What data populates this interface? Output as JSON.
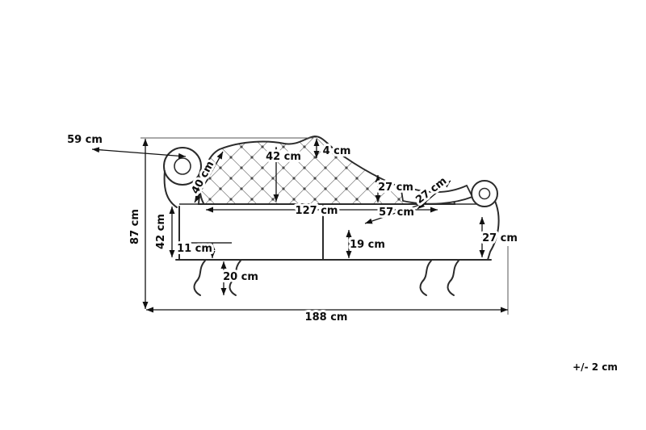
{
  "figure": {
    "tolerance_note": "+/- 2 cm",
    "dimensions": {
      "left_arm_top_width": "59 cm",
      "backrest_depth": "40 cm",
      "backrest_height": "42 cm",
      "back_hump_height": "4 cm",
      "backrest_right_height": "27 cm",
      "right_armrest_width": "27 cm",
      "seat_depth": "57 cm",
      "seat_length": "127 cm",
      "seat_frame_height": "19 cm",
      "left_side_height": "42 cm",
      "base_rail_height": "11 cm",
      "leg_height": "20 cm",
      "right_arm_height": "27 cm",
      "overall_height": "87 cm",
      "overall_length": "188 cm"
    }
  }
}
